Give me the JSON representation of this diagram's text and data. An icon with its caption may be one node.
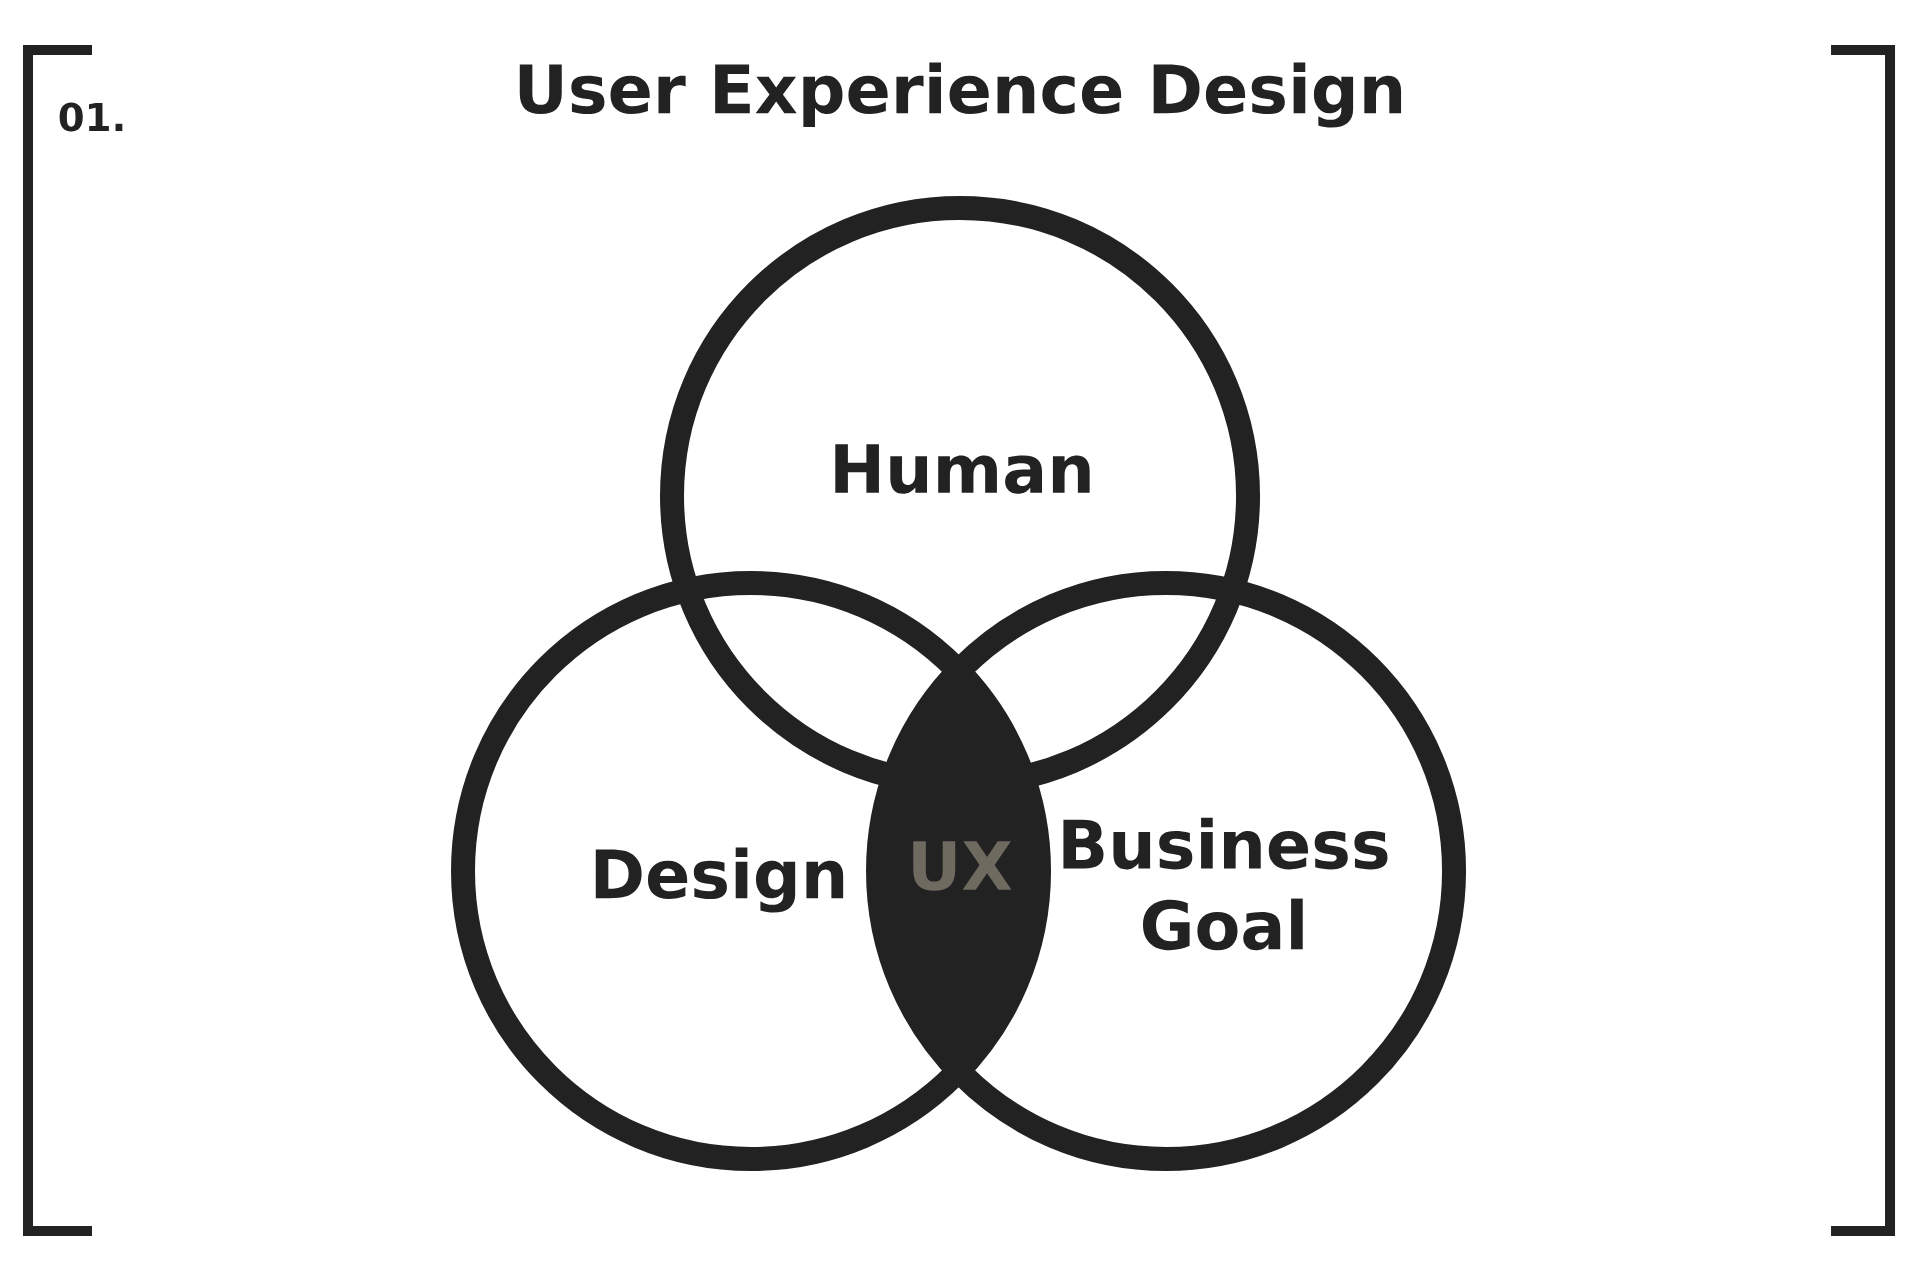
{
  "diagram": {
    "title": "User Experience Design",
    "nodes": [
      {
        "text": [
          "Human"
        ]
      },
      {
        "text": [
          "Design"
        ]
      },
      {
        "text": [
          "Business Goal"
        ]
      },
      {
        "text": [
          "UX"
        ]
      }
    ],
    "labels": [
      "01."
    ]
  }
}
